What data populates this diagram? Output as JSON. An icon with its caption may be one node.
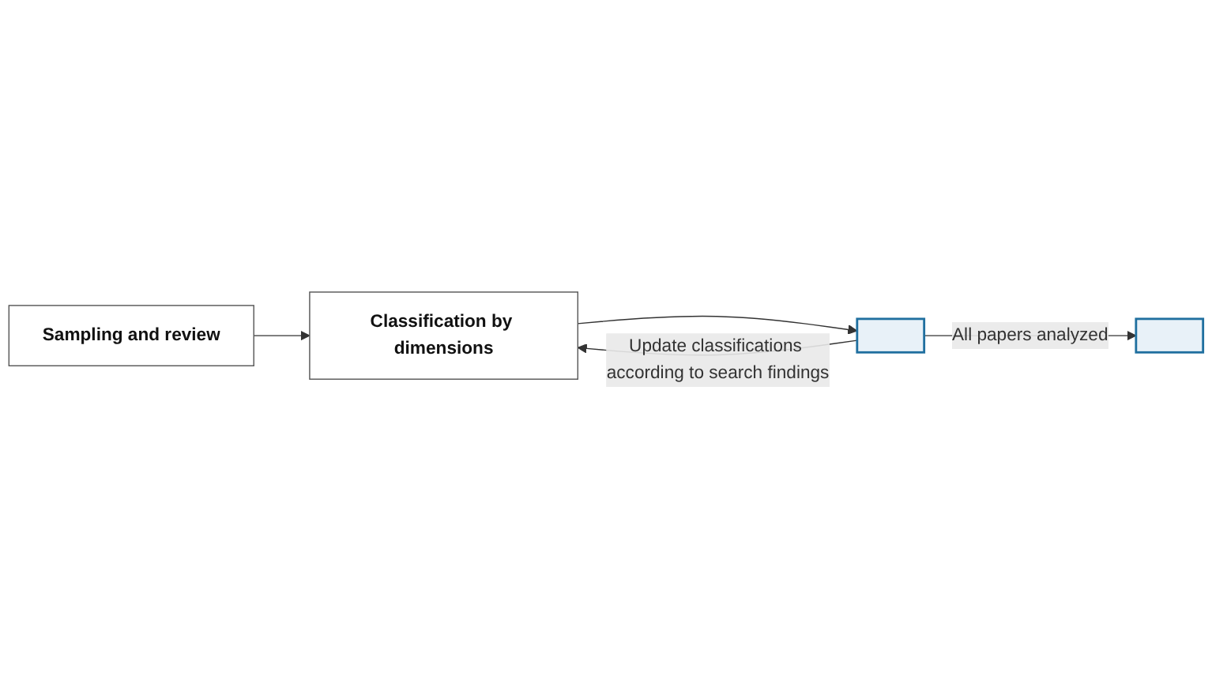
{
  "diagram": {
    "nodes": [
      {
        "text": [
          "Sampling and review"
        ]
      },
      {
        "text": [
          "Classification by dimensions"
        ]
      },
      {
        "text": [],
        "shape": "box"
      },
      {
        "text": [],
        "shape": "box"
      }
    ],
    "edges": [
      {
        "from": 0,
        "to": 1,
        "arrow": "to"
      },
      {
        "from": 1,
        "to": 2,
        "arrow": "to"
      },
      {
        "from": 2,
        "to": 1,
        "arrow": "to",
        "label": "Update classifications according to search findings"
      },
      {
        "from": 2,
        "to": 3,
        "arrow": "to",
        "label": "All papers analyzed"
      }
    ]
  }
}
